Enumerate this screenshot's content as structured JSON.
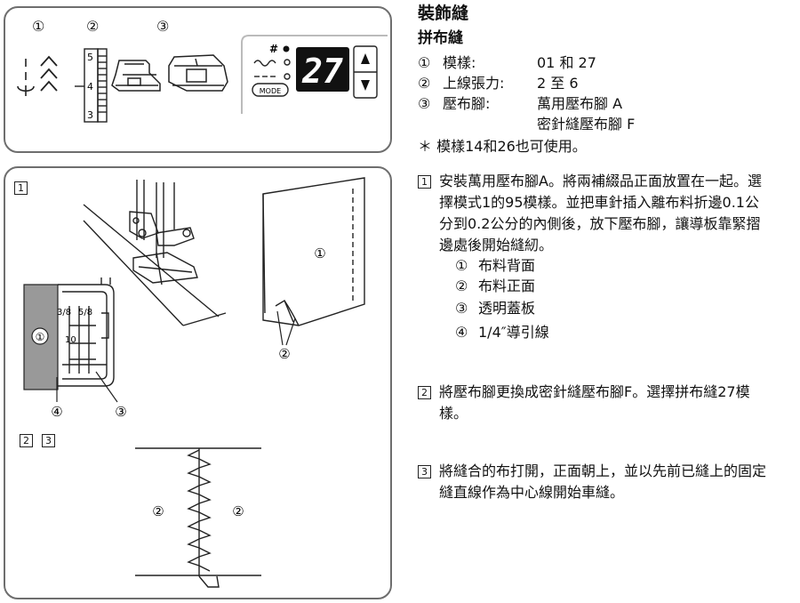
{
  "illustration": {
    "top": {
      "markers": [
        "①",
        "②",
        "③"
      ],
      "dial_ticks": [
        "5",
        "4",
        "3"
      ],
      "lcd_display": "27",
      "mode_button": "MODE",
      "hash_symbol": "#"
    },
    "main": {
      "step_box": "1",
      "callouts": [
        "①",
        "②",
        "③",
        "④"
      ],
      "ruler_labels": [
        "3/8",
        "5/8",
        "10"
      ],
      "step_boxes_23": [
        "2",
        "3"
      ],
      "fabric_labels": [
        "②",
        "②"
      ]
    }
  },
  "header": {
    "title": "裝飾縫",
    "subtitle": "拼布縫"
  },
  "specs": [
    {
      "num": "①",
      "label": "模樣:",
      "value": "01 和 27"
    },
    {
      "num": "②",
      "label": "上線張力:",
      "value": "2 至 6"
    },
    {
      "num": "③",
      "label": "壓布腳:",
      "value": "萬用壓布腳 A",
      "value2": "密針縫壓布腳 F"
    }
  ],
  "note": "＊ 模樣14和26也可使用。",
  "steps": [
    {
      "num": "1",
      "text": "安裝萬用壓布腳A。將兩補綴品正面放置在一起。選擇模式1的95模樣。並把車針插入離布料折邊0.1公分到0.2公分的內側後，放下壓布腳，讓導板靠緊摺邊處後開始縫紉。",
      "items": [
        {
          "num": "①",
          "label": "布料背面"
        },
        {
          "num": "②",
          "label": "布料正面"
        },
        {
          "num": "③",
          "label": "透明蓋板"
        },
        {
          "num": "④",
          "label": "1/4″導引線"
        }
      ]
    },
    {
      "num": "2",
      "text": "將壓布腳更換成密針縫壓布腳F。選擇拼布縫27模樣。"
    },
    {
      "num": "3",
      "text": "將縫合的布打開，正面朝上，並以先前已縫上的固定縫直線作為中心線開始車縫。"
    }
  ]
}
